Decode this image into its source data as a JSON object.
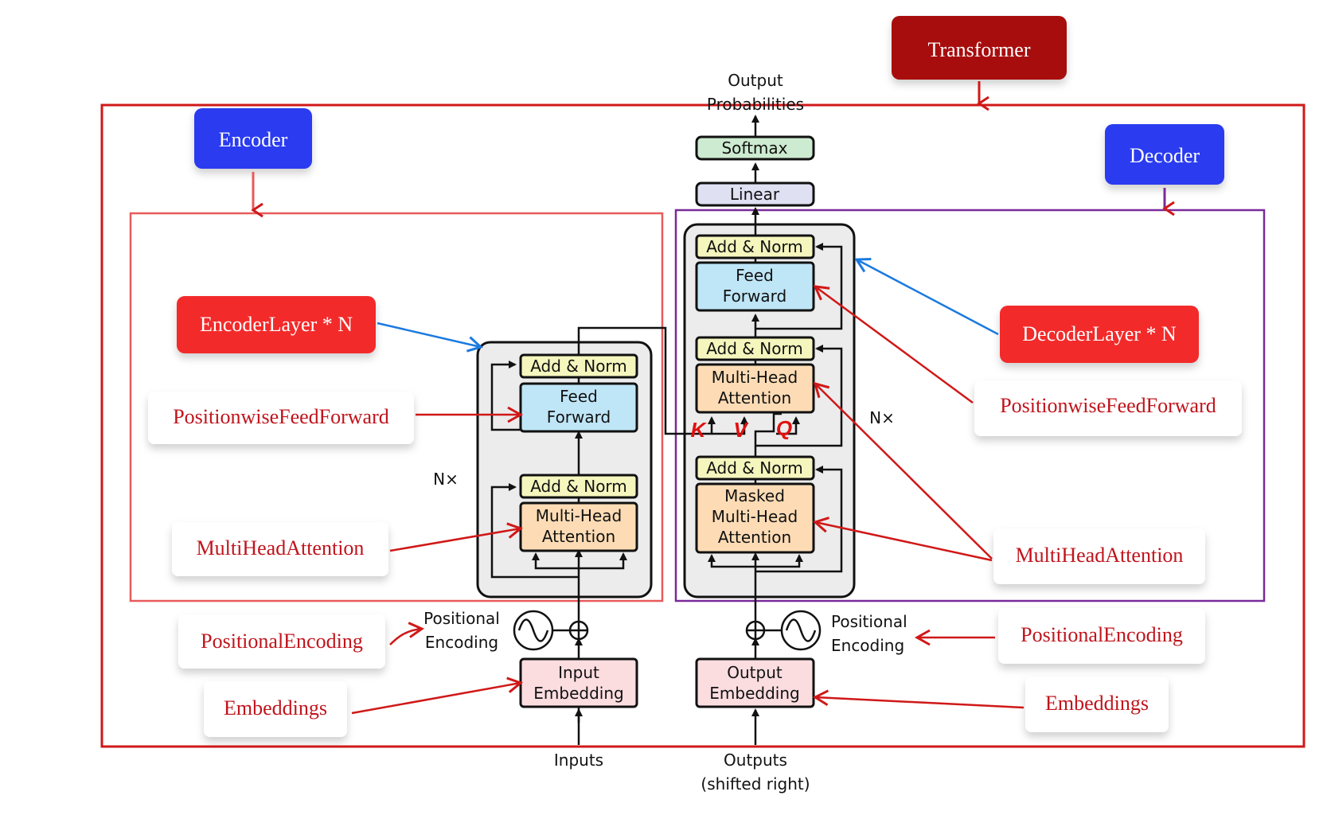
{
  "badges": {
    "transformer": "Transformer",
    "encoder": "Encoder",
    "decoder": "Decoder",
    "encoder_layer": "EncoderLayer * N",
    "decoder_layer": "DecoderLayer * N"
  },
  "annotations": {
    "enc_ffn": "PositionwiseFeedForward",
    "enc_mha": "MultiHeadAttention",
    "enc_pos": "PositionalEncoding",
    "enc_emb": "Embeddings",
    "dec_ffn": "PositionwiseFeedForward",
    "dec_mha": "MultiHeadAttention",
    "dec_pos": "PositionalEncoding",
    "dec_emb": "Embeddings"
  },
  "architecture": {
    "output_prob_1": "Output",
    "output_prob_2": "Probabilities",
    "softmax": "Softmax",
    "linear": "Linear",
    "add_norm": "Add & Norm",
    "feed_1": "Feed",
    "feed_2": "Forward",
    "mha_1": "Multi-Head",
    "mha_2": "Attention",
    "masked_1": "Masked",
    "masked_2": "Multi-Head",
    "masked_3": "Attention",
    "nx": "N×",
    "pos_1": "Positional",
    "pos_2": "Encoding",
    "input_emb_1": "Input",
    "input_emb_2": "Embedding",
    "output_emb_1": "Output",
    "output_emb_2": "Embedding",
    "inputs": "Inputs",
    "outputs_1": "Outputs",
    "outputs_2": "(shifted right)",
    "k": "K",
    "v": "V",
    "q": "Q"
  },
  "colors": {
    "red_label": "#c0141c",
    "blue_badge": "#2b3bf0",
    "red_badge": "#f32b2b",
    "dark_red_badge": "#a80c0c",
    "frame_red": "#d01818",
    "encoder_frame": "#e85a5a",
    "decoder_frame": "#7a2a9a",
    "ffn_fill": "#bfe6f7",
    "mha_fill": "#fddcb5",
    "addnorm_fill": "#f5f6bd",
    "emb_fill": "#fbdde0",
    "softmax_fill": "#cdebd0",
    "linear_fill": "#dfe0f2"
  }
}
